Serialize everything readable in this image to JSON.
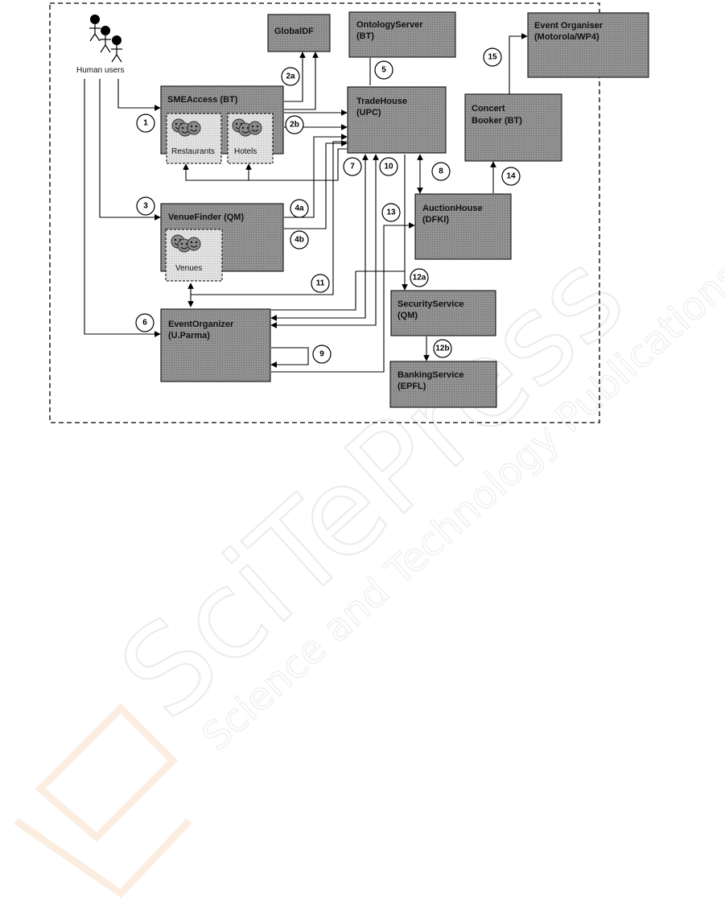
{
  "diagram": {
    "actor_label": "Human users",
    "boxes": {
      "globaldf": {
        "line1": "GlobalDF",
        "line2": ""
      },
      "ontology": {
        "line1": "OntologyServer",
        "line2": "(BT)"
      },
      "eventorg_moto": {
        "line1": "Event Organiser",
        "line2": "(Motorola/WP4)"
      },
      "smeaccess": {
        "line1": "SMEAccess (BT)",
        "line2": ""
      },
      "tradehouse": {
        "line1": "TradeHouse",
        "line2": "(UPC)"
      },
      "concert": {
        "line1": "Concert",
        "line2": "Booker (BT)"
      },
      "venuefinder": {
        "line1": "VenueFinder (QM)",
        "line2": ""
      },
      "auction": {
        "line1": "AuctionHouse",
        "line2": "(DFKI)"
      },
      "security": {
        "line1": "SecurityService",
        "line2": "(QM)"
      },
      "eventorganizer": {
        "line1": "EventOrganizer",
        "line2": "(U.Parma)"
      },
      "banking": {
        "line1": "BankingService",
        "line2": "(EPFL)"
      }
    },
    "sub_boxes": {
      "restaurants": "Restaurants",
      "hotels": "Hotels",
      "venues": "Venues"
    },
    "steps": {
      "s1": "1",
      "s2a": "2a",
      "s2b": "2b",
      "s3": "3",
      "s4a": "4a",
      "s4b": "4b",
      "s5": "5",
      "s6": "6",
      "s7": "7",
      "s8": "8",
      "s9": "9",
      "s10": "10",
      "s11": "11",
      "s12a": "12a",
      "s12b": "12b",
      "s13": "13",
      "s14": "14",
      "s15": "15"
    }
  },
  "watermark": {
    "brand": "SciTePress",
    "tagline": "Science and Technology Publications"
  },
  "colors": {
    "box_fill": "#8c8c8c",
    "sub_box_fill": "#dcdcdc",
    "line": "#000000"
  }
}
